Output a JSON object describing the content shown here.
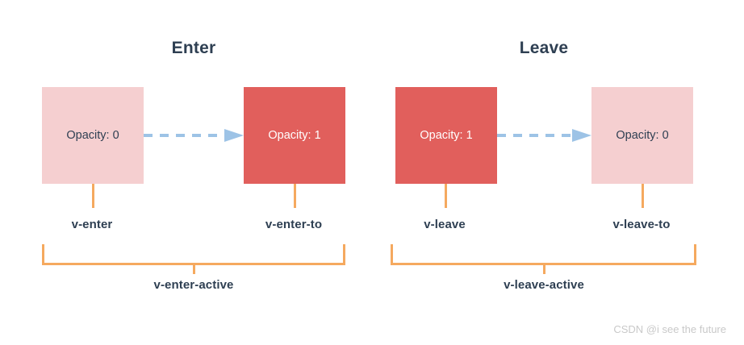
{
  "diagram": {
    "watermark": "CSDN @i see the future",
    "colors": {
      "box_light": "#f5cfd0",
      "box_dark": "#e15f5c",
      "arrow": "#9dc3e6",
      "bracket": "#f5a95f",
      "text_dark": "#2e3f52",
      "text_on_dark": "#ffffff",
      "watermark": "#c9c9c9",
      "background": "#ffffff"
    },
    "sections": [
      {
        "id": "enter",
        "title": "Enter",
        "from_box": {
          "label": "Opacity: 0",
          "style": "light"
        },
        "to_box": {
          "label": "Opacity: 1",
          "style": "dark"
        },
        "arrow": {
          "name": "dashed-arrow-right",
          "direction": "right",
          "style": "dashed"
        },
        "from_class": "v-enter",
        "to_class": "v-enter-to",
        "active_class": "v-enter-active"
      },
      {
        "id": "leave",
        "title": "Leave",
        "from_box": {
          "label": "Opacity: 1",
          "style": "dark"
        },
        "to_box": {
          "label": "Opacity: 0",
          "style": "light"
        },
        "arrow": {
          "name": "dashed-arrow-right",
          "direction": "right",
          "style": "dashed"
        },
        "from_class": "v-leave",
        "to_class": "v-leave-to",
        "active_class": "v-leave-active"
      }
    ]
  }
}
